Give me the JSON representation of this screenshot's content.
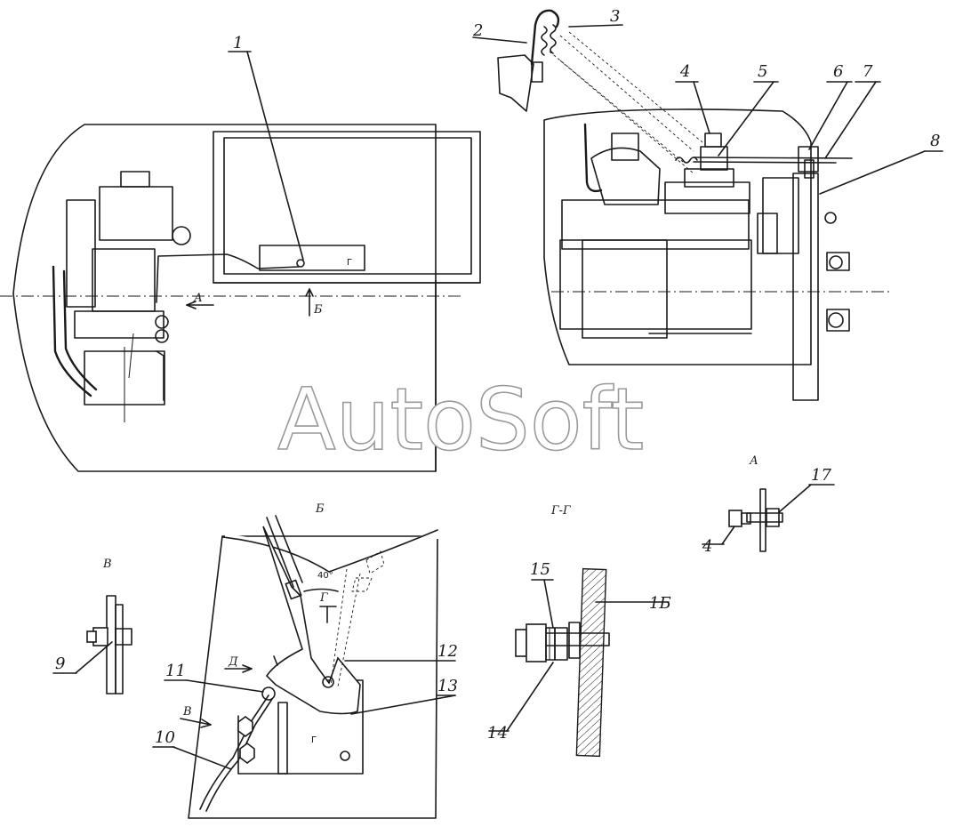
{
  "watermark": "AutoSoft",
  "callouts": [
    "1",
    "2",
    "3",
    "4",
    "5",
    "6",
    "7",
    "8",
    "9",
    "10",
    "11",
    "12",
    "13",
    "14",
    "15",
    "1Б",
    "17"
  ],
  "callout_4b": "4",
  "sections": {
    "a_label": "А",
    "b_label": "Б",
    "v_label": "В",
    "gg_label": "Г-Г"
  },
  "markers": {
    "arrow_a": "А",
    "arrow_b": "Б",
    "view_a_arrow": "Д",
    "view_v_arrow": "В",
    "g_mark": "Г",
    "g_bracket_1": "Г",
    "g_bracket_2": "Г",
    "angle": "40°"
  }
}
